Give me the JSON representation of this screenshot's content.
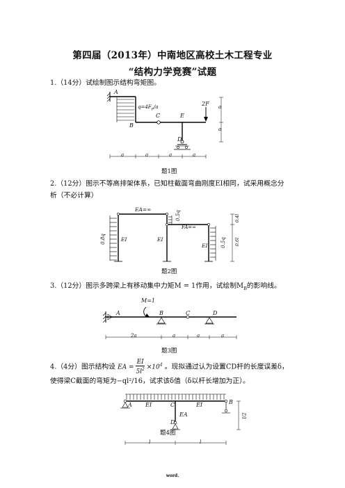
{
  "header": {
    "title_line1": "第四届（2013年）中南地区高校土木工程专业",
    "title_line2": "“结构力学竞赛”试题"
  },
  "questions": [
    {
      "text": "1.（14分）试绘制图示结构弯矩图。",
      "caption": "题1图"
    },
    {
      "text_line1": "2.（12分）图示不等高排架体系，已知柱截面弯曲刚度EI相同，试采用概念分",
      "text_line2": "析（不必计算）",
      "caption": "题2图"
    },
    {
      "text": "3.（12分）图示多跨梁上有移动集中力矩M = 1作用，试绘制M",
      "text_sub": "B",
      "text_tail": "的影响线。",
      "caption": "题3图"
    },
    {
      "text_line1_a": "4.（4分）图示结构设",
      "text_line1_b": "。现拟通过认为设置CD杆的长度误差δ，",
      "text_line2": "使得梁C截面的弯矩为−ql²/16，试求该δ值（δ以杆长增加为正）。",
      "caption": "题4图"
    }
  ],
  "fig1": {
    "labels": {
      "A": "A",
      "B": "B",
      "C": "C",
      "D": "D",
      "E": "E",
      "load": "q=4F",
      "load_sub": "P",
      "load_tail": "/a",
      "force": "2F",
      "dim_a": "a"
    },
    "dims_bottom": [
      "a",
      "a",
      "a",
      "a"
    ],
    "dims_right": [
      "a",
      "a"
    ]
  },
  "fig2": {
    "labels": {
      "EA_top": "EA=∞",
      "EA_right": "FA=∞",
      "EI_left": "EI",
      "EI_mid": "EI",
      "EI_right": "EI",
      "q_left": "0.8q",
      "q_mid": "0.5q",
      "q_right": "0.5q",
      "dim_04": "0.4l",
      "dim_06": "0.6l"
    }
  },
  "fig3": {
    "labels": {
      "M": "M=1",
      "A": "A",
      "B": "B",
      "C": "C",
      "D": "D"
    },
    "dims": [
      "2a",
      "a",
      "a",
      "a"
    ]
  },
  "fig4": {
    "labels": {
      "A": "A",
      "B": "B",
      "C": "C",
      "D": "D",
      "EI1": "EI",
      "EI2": "EI",
      "EA": "EA",
      "height": "l/2"
    },
    "dims": [
      "l",
      "l"
    ]
  },
  "footer": {
    "text": "word."
  }
}
